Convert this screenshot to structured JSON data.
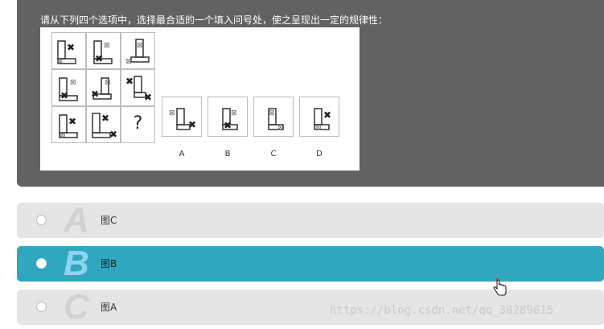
{
  "question": {
    "text": "请从下列四个选项中，选择最合适的一个填入问号处，使之呈现出一定的规律性：",
    "grid_question_mark": "?",
    "option_labels": [
      "A",
      "B",
      "C",
      "D"
    ]
  },
  "answers": [
    {
      "letter": "A",
      "text": "图C",
      "selected": false
    },
    {
      "letter": "B",
      "text": "图B",
      "selected": true
    },
    {
      "letter": "C",
      "text": "图A",
      "selected": false
    }
  ],
  "watermark": "https://blog.csdn.net/qq_38289815",
  "colors": {
    "panel": "#626262",
    "selected_row": "#2fa8bf",
    "row": "#e5e5e5",
    "selected_letter": "#8fd3f0"
  },
  "icons": {
    "cursor": "hand-pointer-icon",
    "radio": "radio-button-icon"
  }
}
